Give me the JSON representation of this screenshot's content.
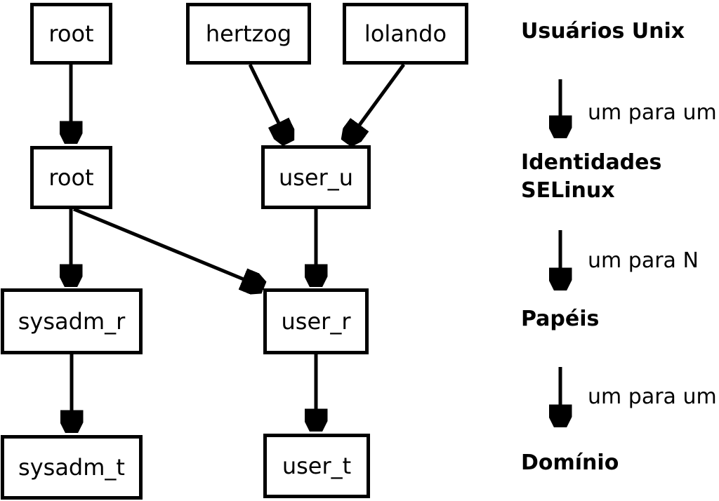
{
  "nodes": [
    {
      "id": "root-unix",
      "label": "root"
    },
    {
      "id": "hertzog",
      "label": "hertzog"
    },
    {
      "id": "lolando",
      "label": "lolando"
    },
    {
      "id": "root-selinux",
      "label": "root"
    },
    {
      "id": "user_u",
      "label": "user_u"
    },
    {
      "id": "sysadm_r",
      "label": "sysadm_r"
    },
    {
      "id": "user_r",
      "label": "user_r"
    },
    {
      "id": "sysadm_t",
      "label": "sysadm_t"
    },
    {
      "id": "user_t",
      "label": "user_t"
    }
  ],
  "legend": {
    "levels": [
      {
        "label": "Usuários Unix"
      },
      {
        "label": "Identidades SELinux"
      },
      {
        "label": "Papéis"
      },
      {
        "label": "Domínio"
      }
    ],
    "mappings": [
      {
        "label": "um para um"
      },
      {
        "label": "um para N"
      },
      {
        "label": "um para um"
      }
    ]
  },
  "colors": {
    "line": "#000000",
    "background": "#ffffff",
    "text": "#000000"
  }
}
